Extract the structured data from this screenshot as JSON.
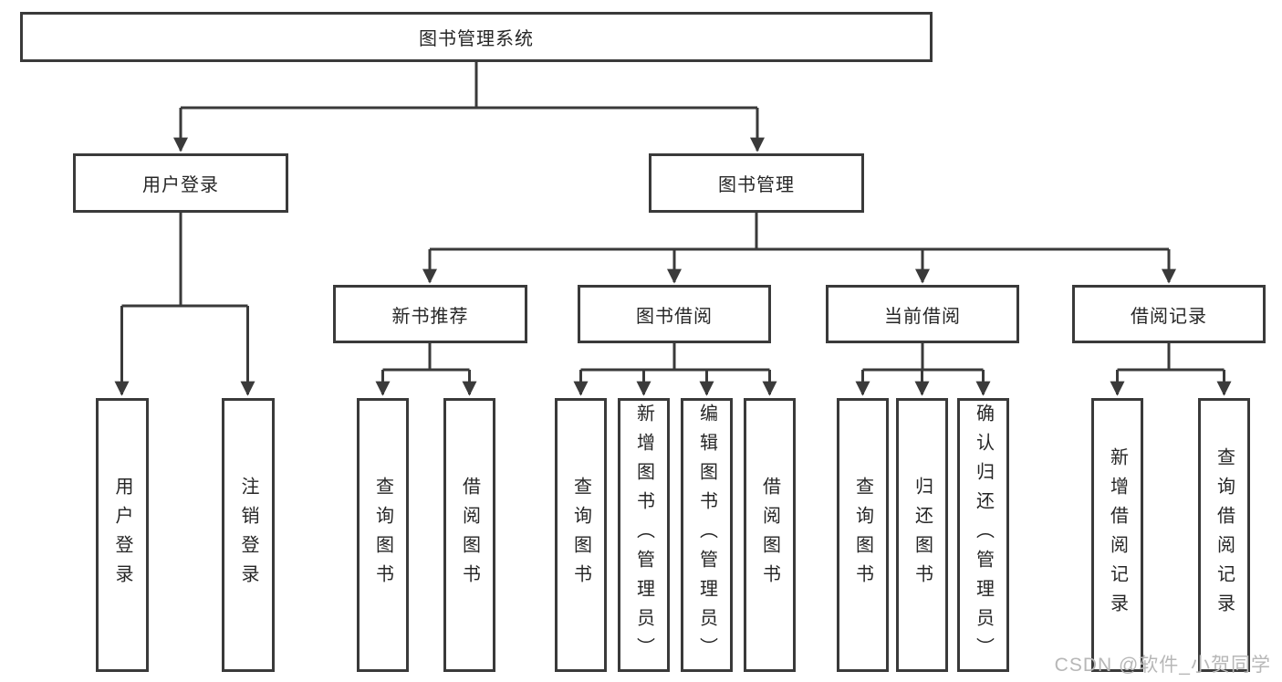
{
  "diagram_type": "hierarchy-tree",
  "tree": {
    "label": "图书管理系统",
    "children": [
      {
        "label": "用户登录",
        "children": [
          {
            "label": "用户登录"
          },
          {
            "label": "注销登录"
          }
        ]
      },
      {
        "label": "图书管理",
        "children": [
          {
            "label": "新书推荐",
            "children": [
              {
                "label": "查询图书"
              },
              {
                "label": "借阅图书"
              }
            ]
          },
          {
            "label": "图书借阅",
            "children": [
              {
                "label": "查询图书"
              },
              {
                "label": "新增图书（管理员）"
              },
              {
                "label": "编辑图书（管理员）"
              },
              {
                "label": "借阅图书"
              }
            ]
          },
          {
            "label": "当前借阅",
            "children": [
              {
                "label": "查询图书"
              },
              {
                "label": "归还图书"
              },
              {
                "label": "确认归还（管理员）"
              }
            ]
          },
          {
            "label": "借阅记录",
            "children": [
              {
                "label": "新增借阅记录"
              },
              {
                "label": "查询借阅记录"
              }
            ]
          }
        ]
      }
    ]
  },
  "watermark": {
    "text": "CSDN @软件_小贺同学"
  },
  "colors": {
    "line": "#3a3a3a",
    "box_border": "#3a3a3a",
    "text": "#262626",
    "background": "#ffffff",
    "watermark": "#b7b7b7"
  }
}
